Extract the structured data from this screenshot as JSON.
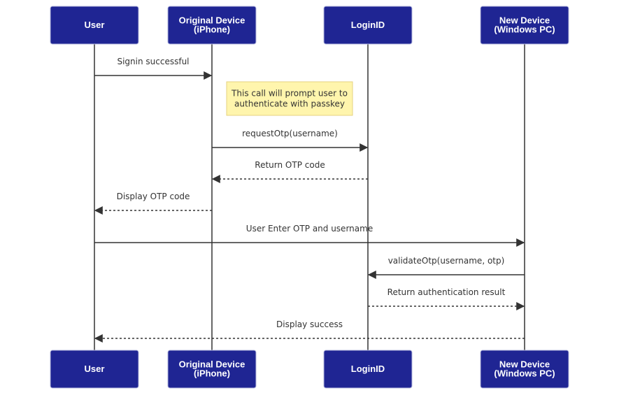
{
  "diagram": {
    "actors": [
      {
        "id": "user",
        "lines": [
          "User"
        ]
      },
      {
        "id": "original",
        "lines": [
          "Original Device",
          "(iPhone)"
        ]
      },
      {
        "id": "loginid",
        "lines": [
          "LoginID"
        ]
      },
      {
        "id": "newdevice",
        "lines": [
          "New Device",
          "(Windows PC)"
        ]
      }
    ],
    "messages": [
      {
        "from": "user",
        "to": "original",
        "label": "Signin successful",
        "style": "solid"
      },
      {
        "from": "original",
        "to": "loginid",
        "label": "requestOtp(username)",
        "style": "solid"
      },
      {
        "from": "loginid",
        "to": "original",
        "label": "Return OTP code",
        "style": "dotted"
      },
      {
        "from": "original",
        "to": "user",
        "label": "Display OTP code",
        "style": "dotted"
      },
      {
        "from": "user",
        "to": "newdevice",
        "label": "User Enter OTP and username",
        "style": "solid"
      },
      {
        "from": "newdevice",
        "to": "loginid",
        "label": "validateOtp(username, otp)",
        "style": "solid"
      },
      {
        "from": "loginid",
        "to": "newdevice",
        "label": "Return authentication result",
        "style": "dotted"
      },
      {
        "from": "newdevice",
        "to": "user",
        "label": "Display success",
        "style": "dotted"
      }
    ],
    "notes": [
      {
        "over": "original",
        "after_message": 0,
        "lines": [
          "This call will prompt user to",
          "authenticate with passkey"
        ]
      }
    ],
    "colors": {
      "actor_fill": "#1f2593",
      "actor_text": "#ffffff",
      "line": "#333333",
      "note_fill": "#fff5ad",
      "note_border": "#e6d280"
    }
  }
}
